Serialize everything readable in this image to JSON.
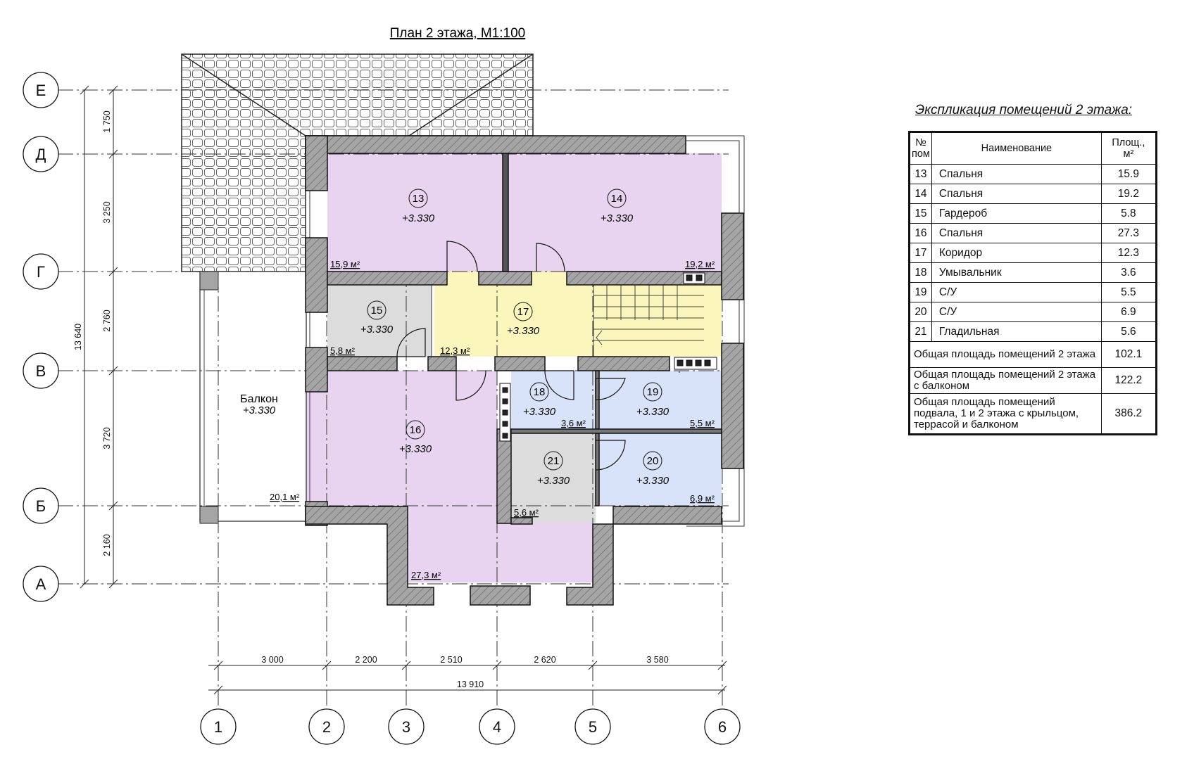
{
  "plan": {
    "title": "План 2 этажа, М1:100",
    "axes_letters": [
      {
        "label": "Е"
      },
      {
        "label": "Д"
      },
      {
        "label": "Г"
      },
      {
        "label": "В"
      },
      {
        "label": "Б"
      },
      {
        "label": "А"
      }
    ],
    "axes_numbers": [
      {
        "label": "1"
      },
      {
        "label": "2"
      },
      {
        "label": "3"
      },
      {
        "label": "4"
      },
      {
        "label": "5"
      },
      {
        "label": "6"
      }
    ],
    "vertical_dims": [
      "1 750",
      "3 250",
      "2 760",
      "3 720",
      "2 160"
    ],
    "vertical_total": "13 640",
    "horizontal_dims": [
      "3 000",
      "2 200",
      "2 510",
      "2 620",
      "3 580"
    ],
    "horizontal_total": "13 910",
    "balcony": {
      "name": "Балкон",
      "level": "+3.330",
      "area": "20,1 м²"
    },
    "rooms": [
      {
        "num": "13",
        "level": "+3.330",
        "area": "15,9 м²"
      },
      {
        "num": "14",
        "level": "+3.330",
        "area": "19,2 м²"
      },
      {
        "num": "15",
        "level": "+3.330",
        "area": "5,8 м²"
      },
      {
        "num": "16",
        "level": "+3.330",
        "area": "27,3 м²"
      },
      {
        "num": "17",
        "level": "+3.330",
        "area": "12,3 м²"
      },
      {
        "num": "18",
        "level": "+3.330",
        "area": "3,6 м²"
      },
      {
        "num": "19",
        "level": "+3.330",
        "area": "5,5 м²"
      },
      {
        "num": "20",
        "level": "+3.330",
        "area": "6,9 м²"
      },
      {
        "num": "21",
        "level": "+3.330",
        "area": "5,6 м²"
      }
    ],
    "colors": {
      "bedroom": "#e8d4f0",
      "storage": "#dcdcdc",
      "corridor": "#fbf7bc",
      "bathroom": "#d8e2f8",
      "wall": "#9a9a9a"
    }
  },
  "explication": {
    "title": "Экспликация помещений 2 этажа:",
    "header": {
      "num": "№ пом",
      "name": "Наименование",
      "area": "Площ., м²"
    },
    "rows": [
      {
        "num": "13",
        "name": "Спальня",
        "area": "15.9"
      },
      {
        "num": "14",
        "name": "Спальня",
        "area": "19.2"
      },
      {
        "num": "15",
        "name": "Гардероб",
        "area": "5.8"
      },
      {
        "num": "16",
        "name": "Спальня",
        "area": "27.3"
      },
      {
        "num": "17",
        "name": "Коридор",
        "area": "12.3"
      },
      {
        "num": "18",
        "name": "Умывальник",
        "area": "3.6"
      },
      {
        "num": "19",
        "name": "С/У",
        "area": "5.5"
      },
      {
        "num": "20",
        "name": "С/У",
        "area": "6.9"
      },
      {
        "num": "21",
        "name": "Гладильная",
        "area": "5.6"
      }
    ],
    "totals": [
      {
        "label": "Общая площадь помещений 2 этажа",
        "value": "102.1"
      },
      {
        "label": "Общая площадь помещений 2 этажа с балконом",
        "value": "122.2"
      },
      {
        "label": "Общая площадь помещений подвала, 1 и 2 этажа с крыльцом, террасой и балконом",
        "value": "386.2"
      }
    ]
  }
}
